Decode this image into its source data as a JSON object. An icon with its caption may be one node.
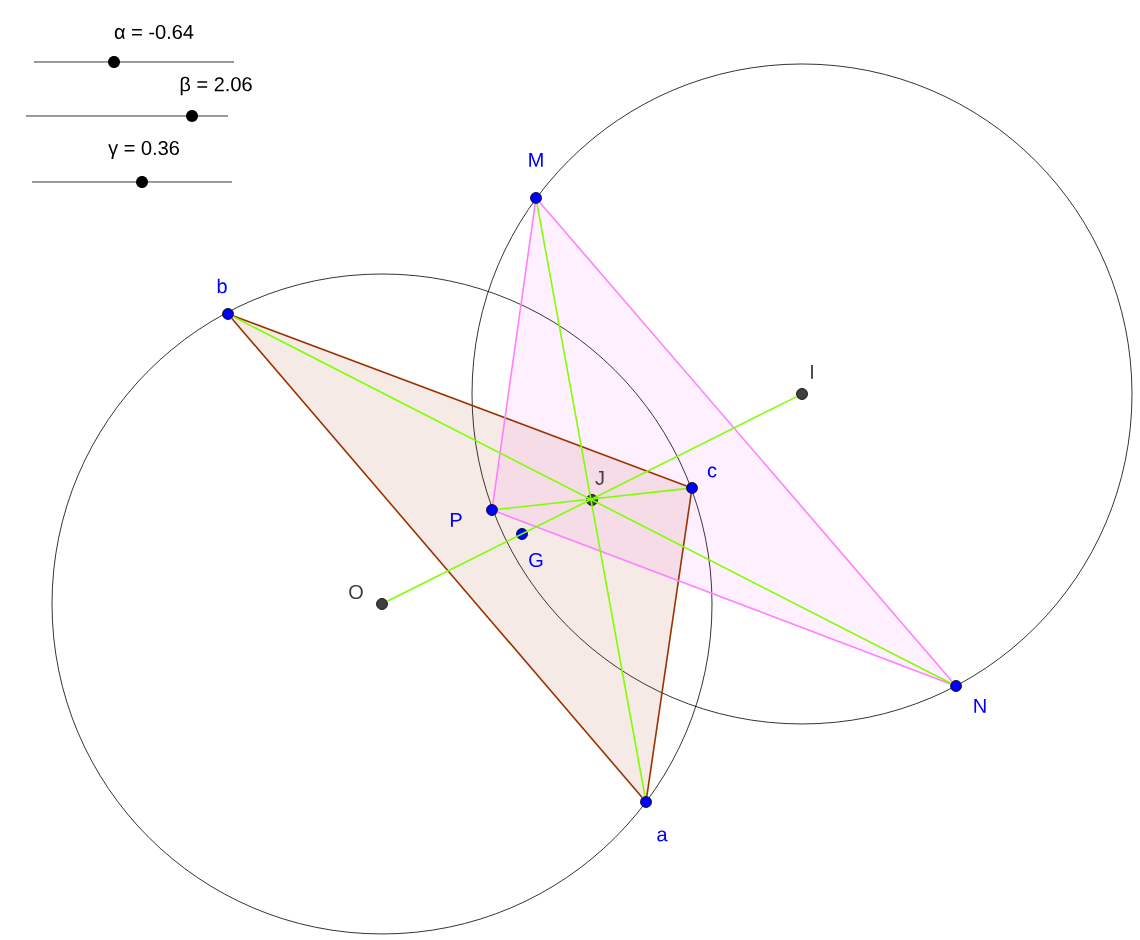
{
  "diagram": {
    "nodes": [
      {
        "text": [],
        "shape": "circle",
        "beside": [
          "b"
        ]
      },
      {
        "text": [],
        "shape": "circle",
        "beside": [
          "M"
        ]
      },
      {
        "text": [],
        "shape": "circle",
        "beside": [
          "I"
        ]
      },
      {
        "text": [],
        "shape": "circle",
        "beside": [
          "c"
        ]
      },
      {
        "text": [],
        "shape": "circle",
        "beside": [
          "J"
        ]
      },
      {
        "text": [],
        "shape": "circle",
        "beside": [
          "P"
        ]
      },
      {
        "text": [],
        "shape": "circle",
        "beside": [
          "G"
        ]
      },
      {
        "text": [],
        "shape": "circle",
        "beside": [
          "O"
        ]
      },
      {
        "text": [],
        "shape": "circle",
        "beside": [
          "N"
        ]
      },
      {
        "text": [],
        "shape": "circle",
        "beside": [
          "a"
        ]
      }
    ],
    "edges": [
      {
        "from": 0,
        "to": 3,
        "arrow": "none",
        "color": "#993300"
      },
      {
        "from": 3,
        "to": 9,
        "arrow": "none",
        "color": "#993300"
      },
      {
        "from": 9,
        "to": 0,
        "arrow": "none",
        "color": "#993300"
      },
      {
        "from": 1,
        "to": 5,
        "arrow": "none",
        "color": "#ff80ff"
      },
      {
        "from": 5,
        "to": 8,
        "arrow": "none",
        "color": "#ff80ff"
      },
      {
        "from": 8,
        "to": 1,
        "arrow": "none",
        "color": "#ff80ff"
      },
      {
        "from": 0,
        "to": 8,
        "arrow": "none",
        "color": "#80ff00"
      },
      {
        "from": 1,
        "to": 9,
        "arrow": "none",
        "color": "#80ff00"
      },
      {
        "from": 5,
        "to": 3,
        "arrow": "none",
        "color": "#80ff00"
      },
      {
        "from": 7,
        "to": 2,
        "arrow": "none",
        "color": "#80ff00"
      }
    ],
    "labels": [
      "α = -0.64",
      "β = 2.06",
      "γ = 0.36"
    ]
  }
}
